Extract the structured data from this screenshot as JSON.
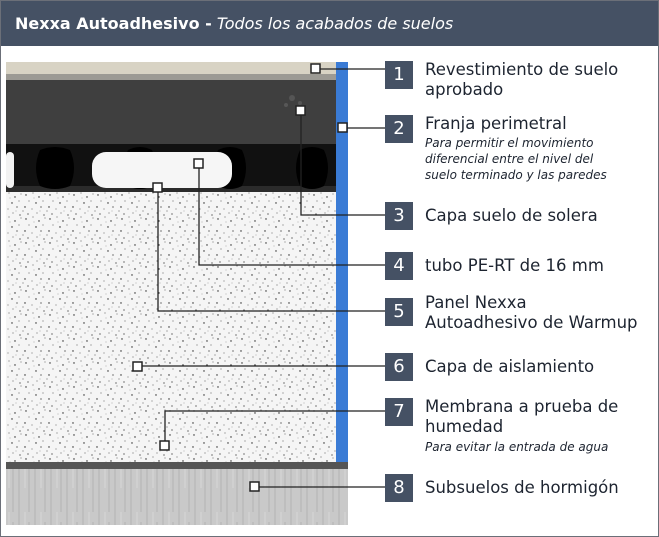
{
  "header": {
    "title": "Nexxa Autoadhesivo -",
    "subtitle": "Todos los acabados de suelos"
  },
  "layers": [
    {
      "number": "1",
      "label": "Revestimiento de suelo",
      "label2": "aprobado",
      "note": []
    },
    {
      "number": "2",
      "label": "Franja perimetral",
      "label2": "",
      "note": [
        "Para permitir el movimiento",
        "diferencial entre el nivel del",
        "suelo terminado y las paredes"
      ]
    },
    {
      "number": "3",
      "label": "Capa suelo de solera",
      "label2": "",
      "note": []
    },
    {
      "number": "4",
      "label": "tubo PE-RT de 16 mm",
      "label2": "",
      "note": []
    },
    {
      "number": "5",
      "label": "Panel Nexxa",
      "label2": "Autoadhesivo de Warmup",
      "note": []
    },
    {
      "number": "6",
      "label": "Capa de aislamiento",
      "label2": "",
      "note": []
    },
    {
      "number": "7",
      "label": "Membrana a prueba de",
      "label2": "humedad",
      "note": [
        "Para evitar la entrada de agua"
      ]
    },
    {
      "number": "8",
      "label": "Subsuelos de hormigón",
      "label2": "",
      "note": []
    }
  ],
  "colors": {
    "header_bg": "#455164",
    "perimeter_strip": "#3a7bd5",
    "floor_covering": "#d8d3c4",
    "screed": "#3e3e3e",
    "insulation": "#f4f4f4",
    "concrete": "#c7c7c7"
  }
}
